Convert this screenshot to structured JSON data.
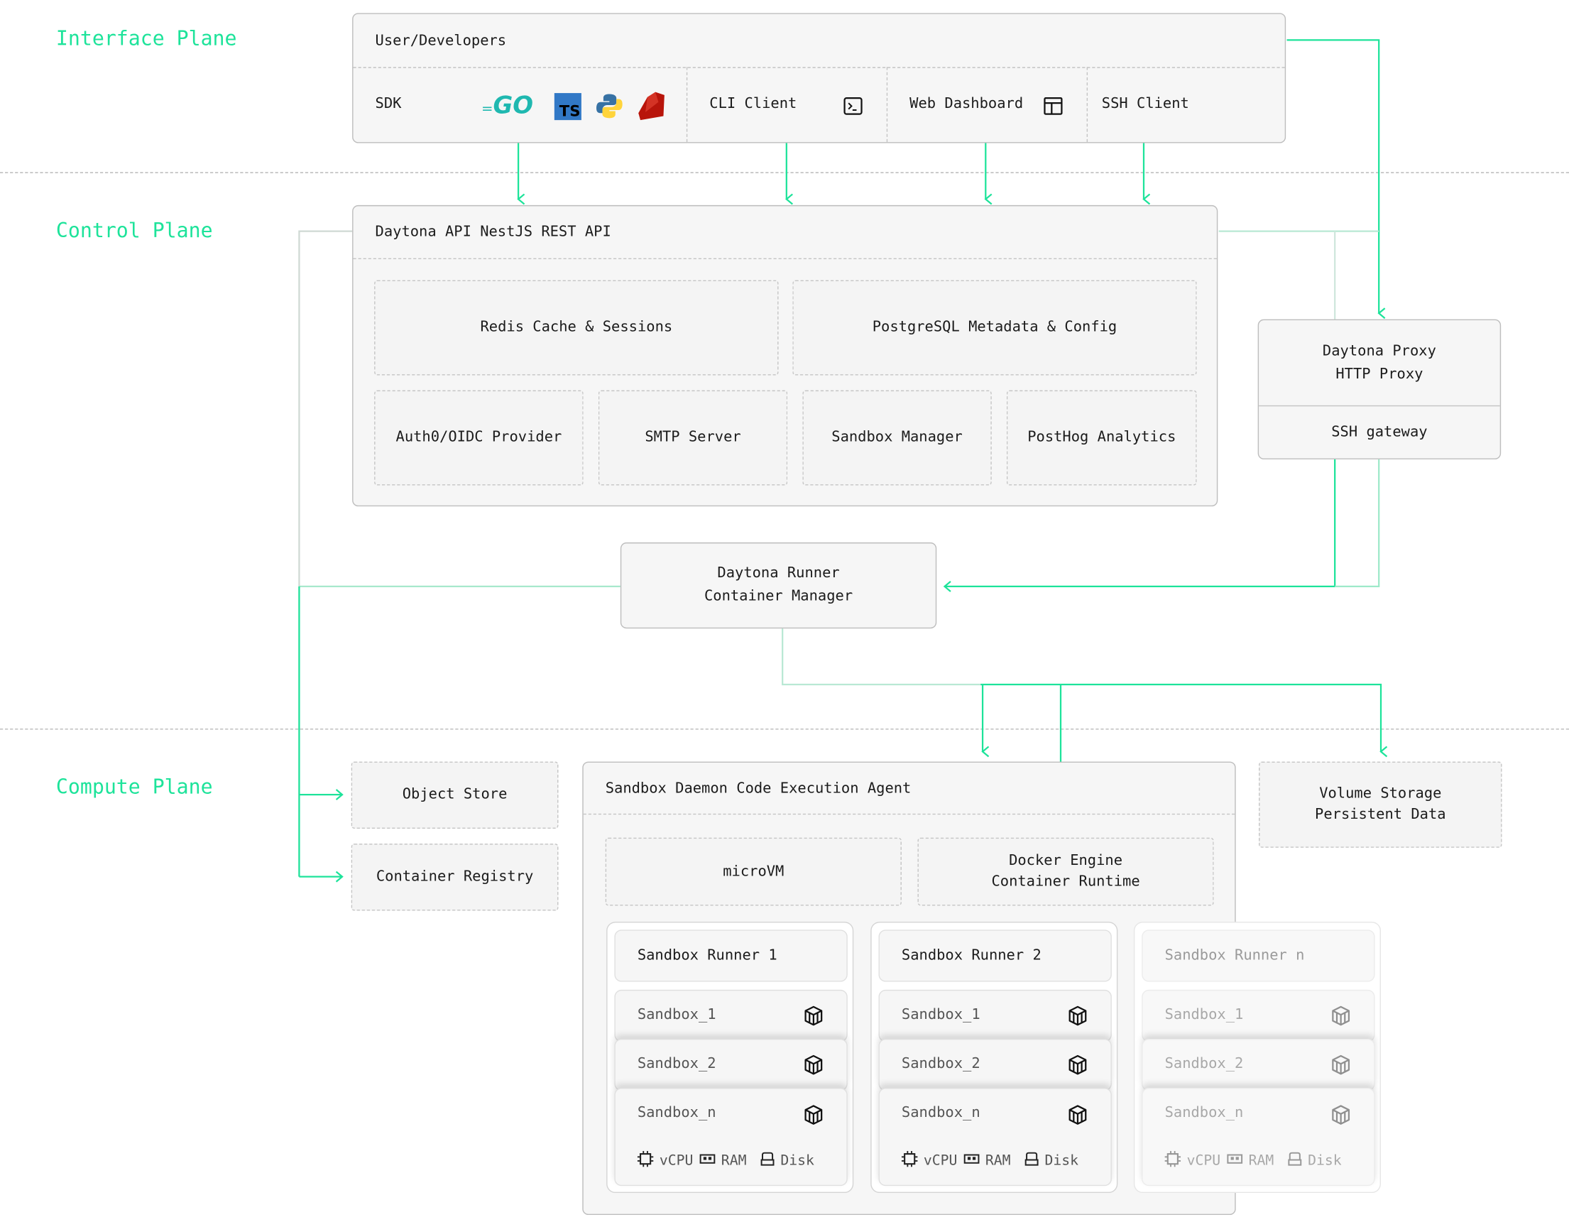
{
  "planes": {
    "interface": "Interface Plane",
    "control": "Control Plane",
    "compute": "Compute Plane"
  },
  "colors": {
    "accent": "#1de39a",
    "box_border": "#bdbdbd",
    "box_fill": "#f6f6f6"
  },
  "interface": {
    "title": "User/Developers",
    "sdk": {
      "label": "SDK",
      "icons": [
        "go-logo",
        "typescript-logo",
        "python-logo",
        "ruby-logo"
      ],
      "go_text": "GO",
      "ts_text": "TS"
    },
    "cli": {
      "label": "CLI Client",
      "icon": "terminal-icon"
    },
    "web": {
      "label": "Web Dashboard",
      "icon": "layout-icon"
    },
    "ssh": {
      "label": "SSH Client"
    }
  },
  "control": {
    "title": "Daytona API NestJS REST API",
    "services": [
      "Redis Cache & Sessions",
      "PostgreSQL Metadata & Config",
      "Auth0/OIDC Provider",
      "SMTP Server",
      "Sandbox Manager",
      "PostHog Analytics"
    ],
    "proxy": {
      "line1": "Daytona Proxy",
      "line2": "HTTP Proxy",
      "gateway": "SSH gateway"
    },
    "runner": {
      "line1": "Daytona Runner",
      "line2": "Container Manager"
    }
  },
  "compute": {
    "object_store": "Object Store",
    "container_registry": "Container Registry",
    "daemon": {
      "title": "Sandbox Daemon Code Execution Agent",
      "microvm": "microVM",
      "docker_line1": "Docker Engine",
      "docker_line2": "Container Runtime"
    },
    "volume": {
      "line1": "Volume Storage",
      "line2": "Persistent Data"
    },
    "runners": [
      {
        "title": "Sandbox Runner 1",
        "sandboxes": [
          "Sandbox_1",
          "Sandbox_2",
          "Sandbox_n"
        ]
      },
      {
        "title": "Sandbox Runner 2",
        "sandboxes": [
          "Sandbox_1",
          "Sandbox_2",
          "Sandbox_n"
        ]
      },
      {
        "title": "Sandbox Runner n",
        "sandboxes": [
          "Sandbox_1",
          "Sandbox_2",
          "Sandbox_n"
        ]
      }
    ],
    "resources": {
      "cpu": "vCPU",
      "ram": "RAM",
      "disk": "Disk"
    }
  }
}
